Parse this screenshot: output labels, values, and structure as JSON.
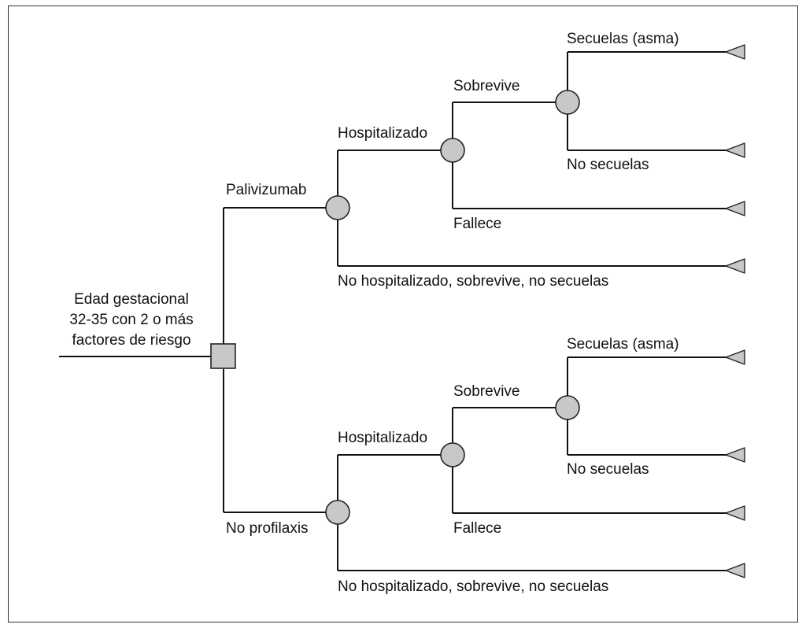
{
  "root": {
    "lines": [
      "Edad gestacional",
      "32-35 con 2 o más",
      "factores de riesgo"
    ]
  },
  "branches": [
    {
      "label": "Palivizumab",
      "hospitalizado": "Hospitalizado",
      "sobrevive": "Sobrevive",
      "secuelas": "Secuelas (asma)",
      "no_secuelas": "No secuelas",
      "fallece": "Fallece",
      "no_hospitalizado": "No hospitalizado, sobrevive, no secuelas"
    },
    {
      "label": "No profilaxis",
      "hospitalizado": "Hospitalizado",
      "sobrevive": "Sobrevive",
      "secuelas": "Secuelas (asma)",
      "no_secuelas": "No secuelas",
      "fallece": "Fallece",
      "no_hospitalizado": "No hospitalizado, sobrevive, no secuelas"
    }
  ],
  "colors": {
    "node_fill": "#c8c8c8",
    "line": "#111111"
  }
}
